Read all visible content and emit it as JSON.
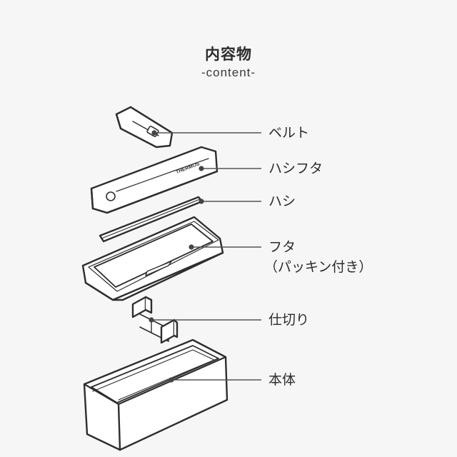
{
  "header": {
    "title": "内容物",
    "subtitle": "-content-"
  },
  "parts": [
    {
      "id": "belt",
      "label": "ベルト"
    },
    {
      "id": "chopstick-lid",
      "label": "ハシフタ"
    },
    {
      "id": "chopsticks",
      "label": "ハシ"
    },
    {
      "id": "lid",
      "label": "フタ",
      "sublabel": "（パッキン付き）"
    },
    {
      "id": "divider",
      "label": "仕切り"
    },
    {
      "id": "body",
      "label": "本体"
    }
  ],
  "brand_mark": "THERMOS",
  "colors": {
    "line": "#2e2e2e",
    "background": "#f6f6f6",
    "leader": "#555555"
  }
}
